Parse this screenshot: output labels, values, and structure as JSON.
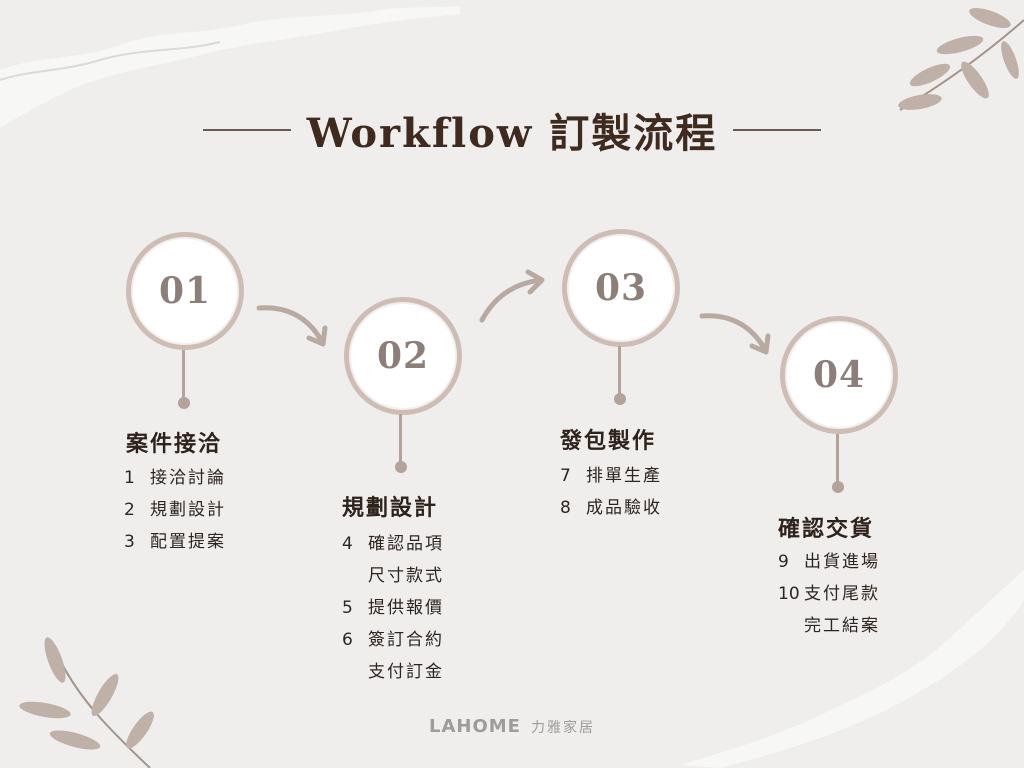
{
  "title": "Workflow 訂製流程",
  "steps": [
    {
      "number": "01",
      "heading": "案件接洽",
      "items": [
        {
          "num": "1",
          "lines": [
            "接洽討論"
          ]
        },
        {
          "num": "2",
          "lines": [
            "規劃設計"
          ]
        },
        {
          "num": "3",
          "lines": [
            "配置提案"
          ]
        }
      ]
    },
    {
      "number": "02",
      "heading": "規劃設計",
      "items": [
        {
          "num": "4",
          "lines": [
            "確認品項",
            "尺寸款式"
          ]
        },
        {
          "num": "5",
          "lines": [
            "提供報價"
          ]
        },
        {
          "num": "6",
          "lines": [
            "簽訂合約",
            "支付訂金"
          ]
        }
      ]
    },
    {
      "number": "03",
      "heading": "發包製作",
      "items": [
        {
          "num": "7",
          "lines": [
            "排單生產"
          ]
        },
        {
          "num": "8",
          "lines": [
            "成品驗收"
          ]
        }
      ]
    },
    {
      "number": "04",
      "heading": "確認交貨",
      "items": [
        {
          "num": "9",
          "lines": [
            "出貨進場"
          ]
        },
        {
          "num": "10",
          "lines": [
            "支付尾款",
            "完工結案"
          ]
        }
      ]
    }
  ],
  "logo": {
    "main": "LAHOME",
    "sub": "力雅家居"
  },
  "colors": {
    "background": "#efeeec",
    "accent": "#b3a39b",
    "title": "#3e2a1f",
    "leaf": "#bfb0a8"
  }
}
